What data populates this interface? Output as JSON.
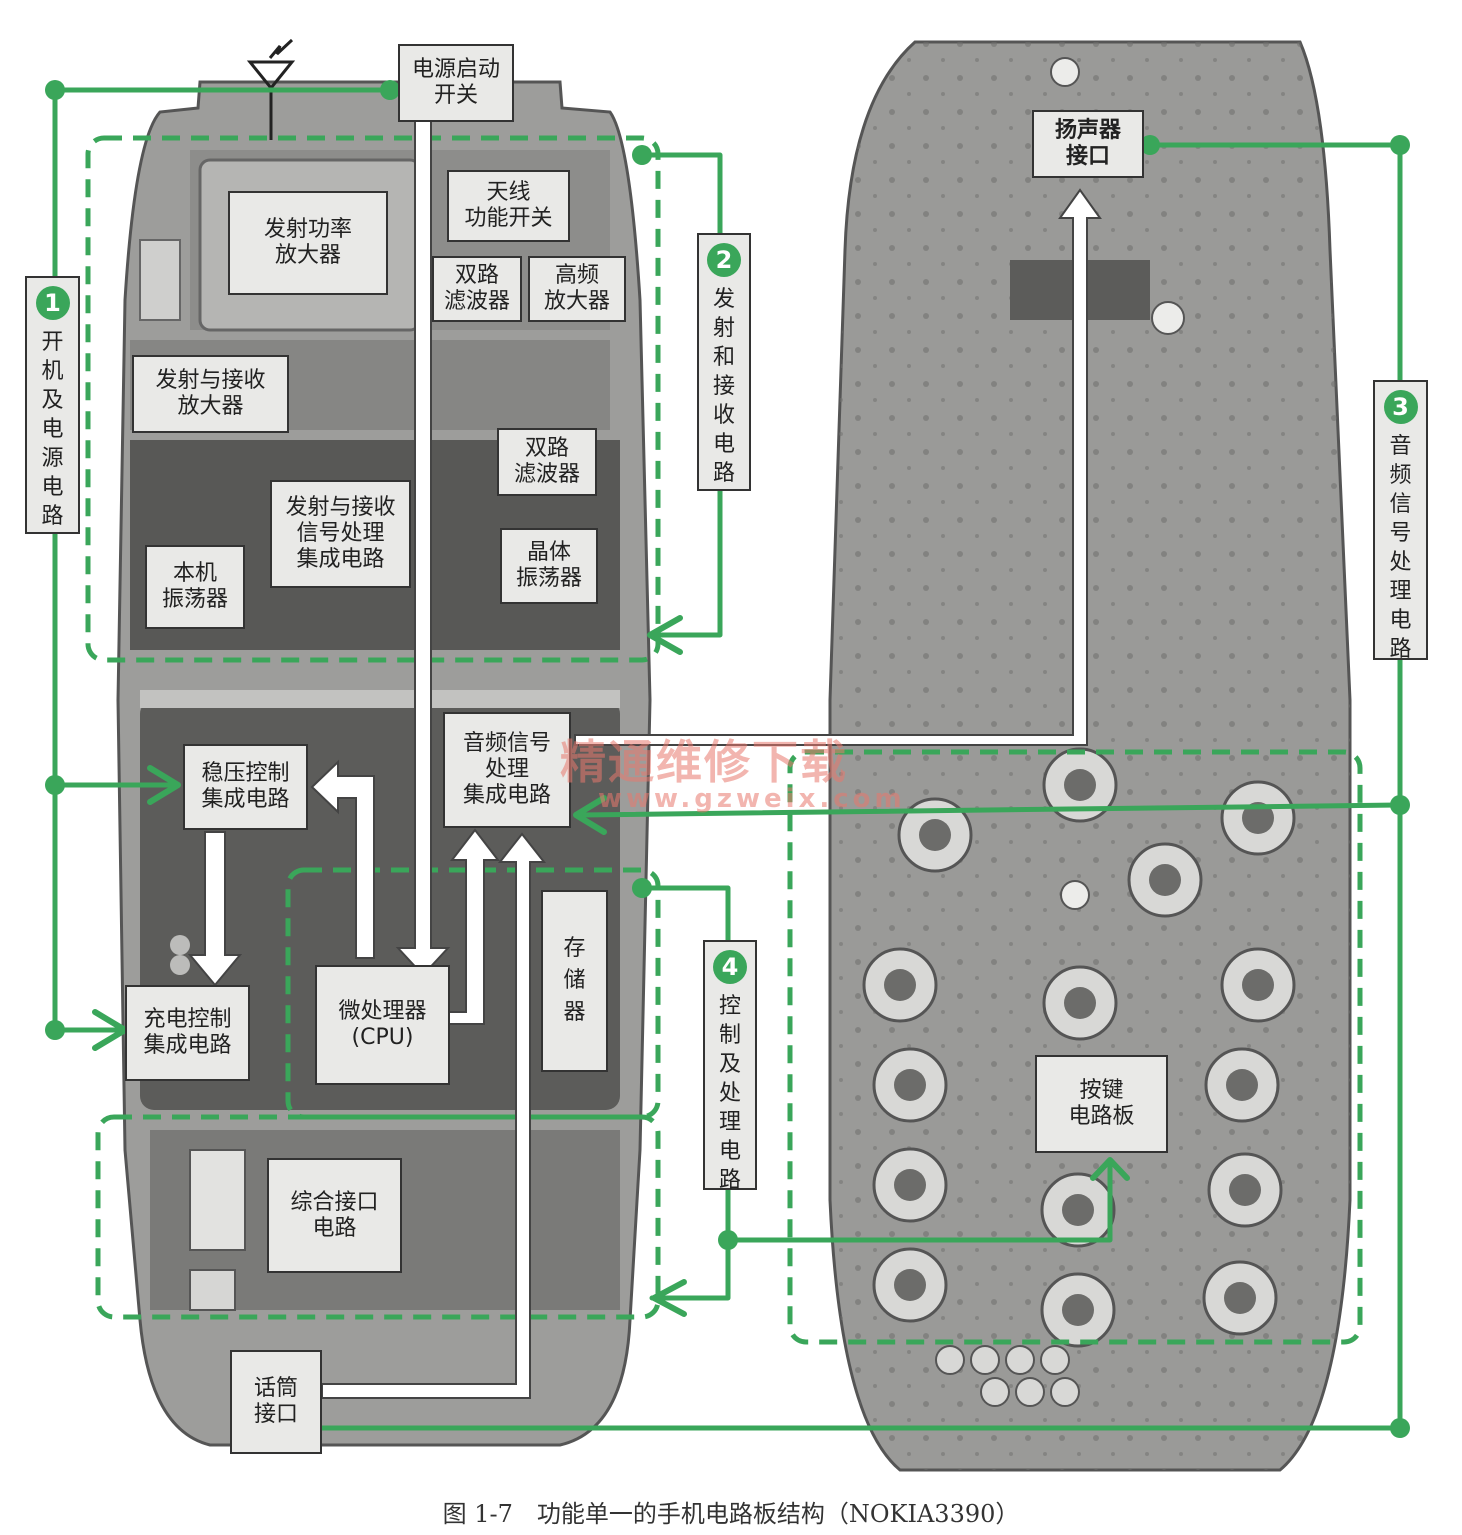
{
  "labels": {
    "power_switch": "电源启动\n开关",
    "antenna_switch": "天线\n功能开关",
    "tx_power_amp": "发射功率\n放大器",
    "duplex_filter_1": "双路\n滤波器",
    "hf_amp": "高频\n放大器",
    "txrx_amp": "发射与接收\n放大器",
    "duplex_filter_2": "双路\n滤波器",
    "txrx_ic": "发射与接收\n信号处理\n集成电路",
    "local_osc": "本机\n振荡器",
    "crystal_osc": "晶体\n振荡器",
    "regulator_ic": "稳压控制\n集成电路",
    "audio_ic": "音频信号\n处理\n集成电路",
    "cpu": "微处理器\n(CPU)",
    "memory": "存\n储\n器",
    "charge_ic": "充电控制\n集成电路",
    "interface_circuit": "综合接口\n电路",
    "mic_port": "话筒\n接口",
    "speaker_port": "扬声器\n接口",
    "keypad_board": "按键\n电路板"
  },
  "sections": [
    {
      "number": "1",
      "text": "开机及电源电路"
    },
    {
      "number": "2",
      "text": "发射和接收电路"
    },
    {
      "number": "3",
      "text": "音频信号处理电路"
    },
    {
      "number": "4",
      "text": "控制及处理电路"
    }
  ],
  "watermark": {
    "line1": "精通维修下载",
    "line2": "www.gzweix.com"
  },
  "caption": "图 1-7　功能单一的手机电路板结构（NOKIA3390）",
  "colors": {
    "green": "#3aa65a",
    "board": "#9a9a98",
    "board_dark": "#7e7e7c",
    "box_fill": "#e9e9e7"
  }
}
